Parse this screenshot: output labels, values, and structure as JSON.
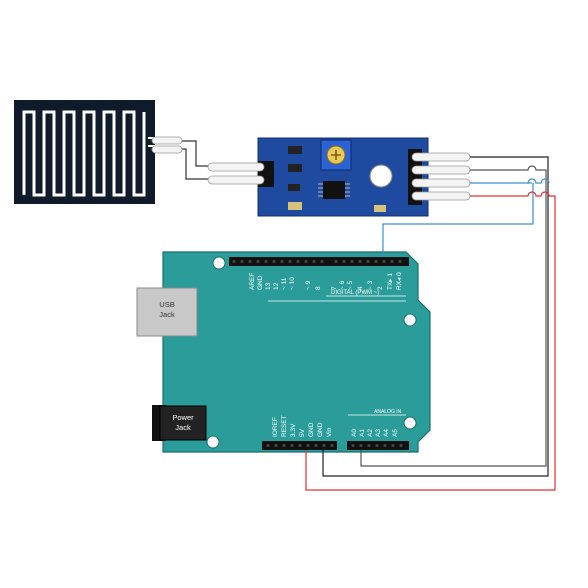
{
  "usb": {
    "line1": "USB",
    "line2": "Jack"
  },
  "power": {
    "line1": "Power",
    "line2": "Jack"
  },
  "digital_pins": [
    "AREF",
    "GND",
    "13",
    "12",
    "~ 11",
    "~ 10",
    "~ 9",
    "8",
    "7",
    "~ 6",
    "~ 5",
    "4",
    "~ 3",
    "2",
    "TX▸ 1",
    "RX◂ 0"
  ],
  "digital_label": "DIGITAL (PWM ~)",
  "power_pins": [
    "IOREF",
    "RESET",
    "3.3V",
    "5V",
    "GND",
    "GND",
    "Vin"
  ],
  "analog_pins": [
    "A0",
    "A1",
    "A2",
    "A3",
    "A4",
    "A5"
  ],
  "analog_label": "ANALOG IN",
  "colors": {
    "board": "#2a9d9a",
    "module": "#1e4aa0",
    "wire_red": "#e03030",
    "wire_black": "#222222",
    "wire_blue": "#3a8fd0",
    "wire_gray": "#555555"
  }
}
